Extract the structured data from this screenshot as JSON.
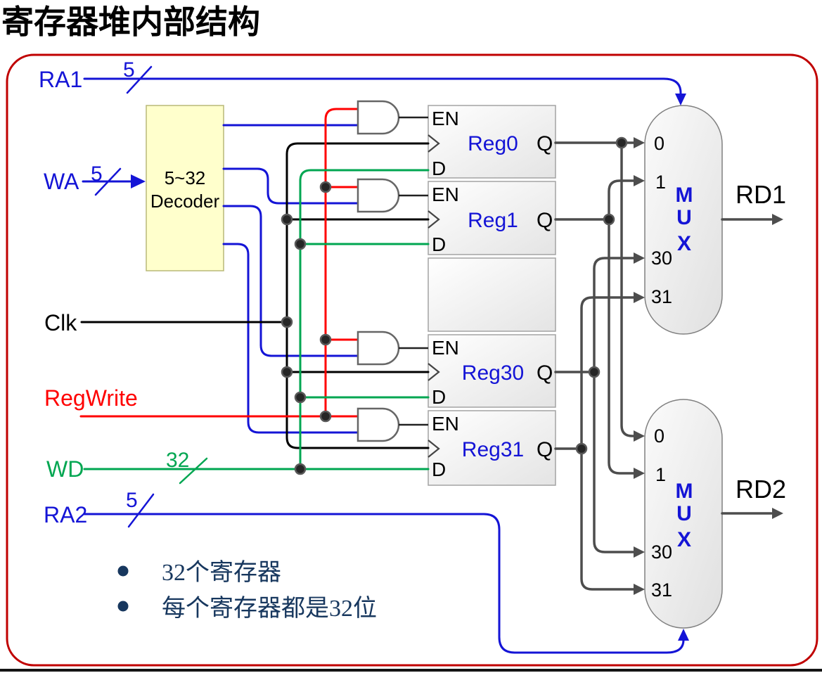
{
  "title": "寄存器堆内部结构",
  "inputs": {
    "ra1": {
      "label": "RA1",
      "bus_width": "5"
    },
    "wa": {
      "label": "WA",
      "bus_width": "5"
    },
    "clk": {
      "label": "Clk"
    },
    "regwrite": {
      "label": "RegWrite"
    },
    "wd": {
      "label": "WD",
      "bus_width": "32"
    },
    "ra2": {
      "label": "RA2",
      "bus_width": "5"
    }
  },
  "decoder": {
    "title": "5~32",
    "subtitle": "Decoder"
  },
  "registers": [
    {
      "name": "Reg0",
      "en_label": "EN",
      "d_label": "D",
      "q_label": "Q"
    },
    {
      "name": "Reg1",
      "en_label": "EN",
      "d_label": "D",
      "q_label": "Q"
    },
    {
      "name": "Reg30",
      "en_label": "EN",
      "d_label": "D",
      "q_label": "Q"
    },
    {
      "name": "Reg31",
      "en_label": "EN",
      "d_label": "D",
      "q_label": "Q"
    }
  ],
  "mux1": {
    "input_labels": [
      "0",
      "1",
      "30",
      "31"
    ],
    "name_letters": [
      "M",
      "U",
      "X"
    ],
    "output_label": "RD1"
  },
  "mux2": {
    "input_labels": [
      "0",
      "1",
      "30",
      "31"
    ],
    "name_letters": [
      "M",
      "U",
      "X"
    ],
    "output_label": "RD2"
  },
  "notes": [
    {
      "text": "32个寄存器"
    },
    {
      "text": "每个寄存器都是32位"
    }
  ],
  "colors": {
    "address_blue": "#1414D6",
    "data_green": "#00A651",
    "control_red": "#FF0000",
    "clock_black": "#000000",
    "wire_gray": "#4D4D4D",
    "border_red": "#C00000",
    "note_navy": "#17375E",
    "decoder_fill": "#FFFFCC"
  }
}
